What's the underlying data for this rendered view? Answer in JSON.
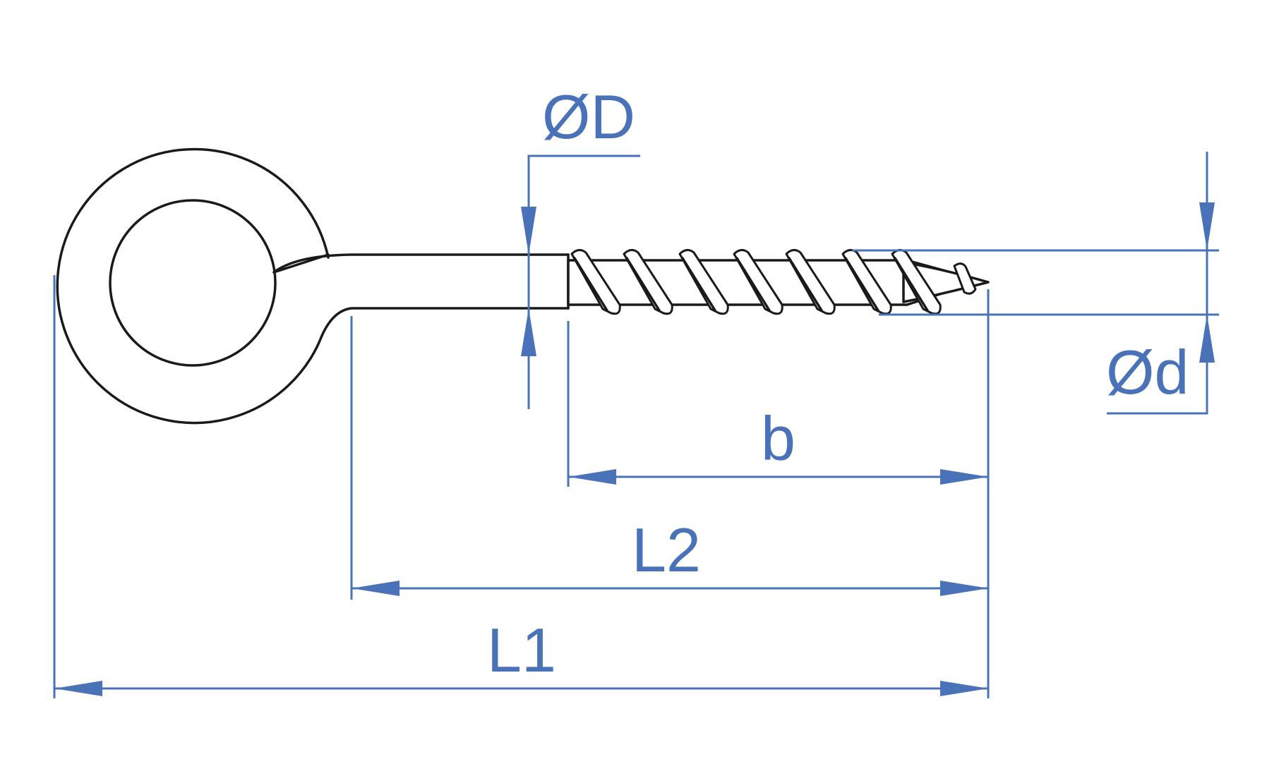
{
  "labels": {
    "dia_D": "ØD",
    "dia_d": "Ød",
    "b": "b",
    "L2": "L2",
    "L1": "L1"
  },
  "colors": {
    "dimension": "#4a72b8",
    "outline": "#1a1a1a",
    "background": "#ffffff"
  }
}
